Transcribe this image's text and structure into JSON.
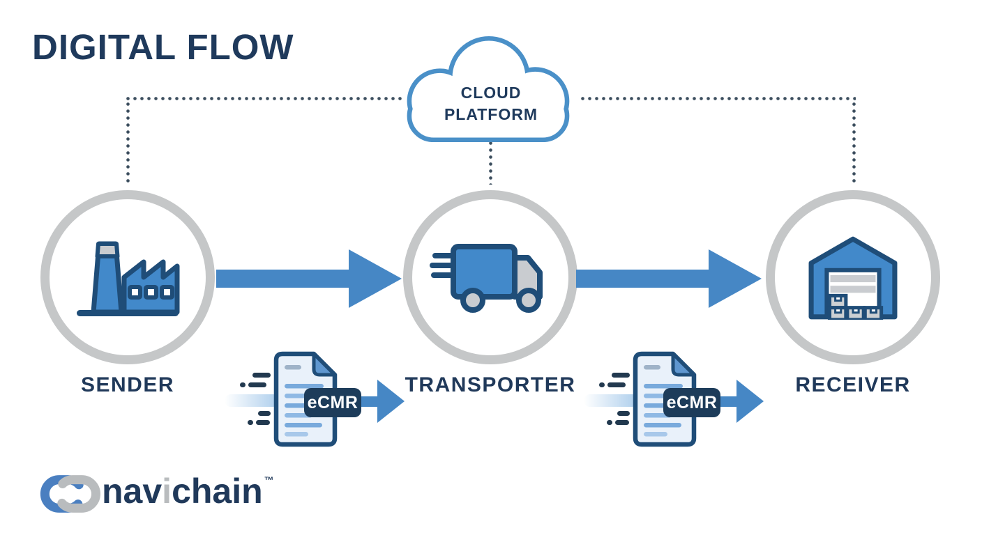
{
  "title": "DIGITAL FLOW",
  "cloud": {
    "line1": "CLOUD",
    "line2": "PLATFORM"
  },
  "nodes": [
    {
      "id": "sender",
      "label": "SENDER",
      "icon": "factory-icon"
    },
    {
      "id": "transporter",
      "label": "TRANSPORTER",
      "icon": "truck-icon"
    },
    {
      "id": "receiver",
      "label": "RECEIVER",
      "icon": "warehouse-icon"
    }
  ],
  "documents": [
    {
      "badge": "eCMR",
      "icon": "document-icon"
    },
    {
      "badge": "eCMR",
      "icon": "document-icon"
    }
  ],
  "logo": {
    "part1": "nav",
    "part2": "i",
    "part3": "chain",
    "tm": "™"
  },
  "colors": {
    "navy_text": "#1f3a5c",
    "icon_outline": "#1f4d78",
    "icon_blue_fill": "#4289ca",
    "arrow_blue": "#4687c5",
    "cloud_stroke": "#4a90c8",
    "ring_gray": "#c5c7c8",
    "gray_fill": "#c9ccd0",
    "badge_navy": "#1d3c5a",
    "doc_fill": "#e9f1fa",
    "doc_line_blue": "#79aadc",
    "fold_blue": "#5f97d0",
    "dotted_line": "#3c4e5e",
    "logo_blue": "#4a7fc0",
    "logo_gray": "#b9bcbe"
  }
}
